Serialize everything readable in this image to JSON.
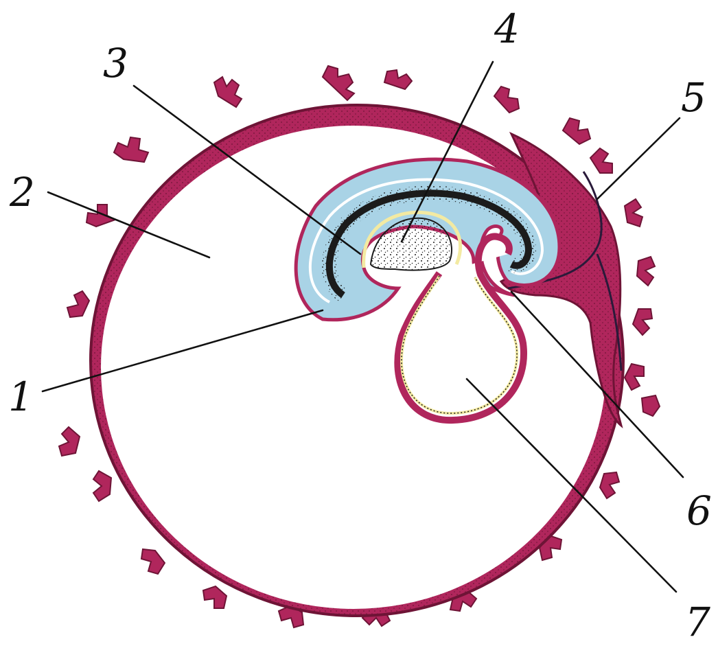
{
  "labels": {
    "l1": "1",
    "l2": "2",
    "l3": "3",
    "l4": "4",
    "l5": "5",
    "l6": "6",
    "l7": "7"
  },
  "colors": {
    "chorion": "#b0265c",
    "chorion_dark": "#6e1436",
    "amnion_blue": "#a9d3e6",
    "ectoderm_dark": "#1b1b1b",
    "endoderm_yellow": "#f3eaa2",
    "background": "#ffffff"
  }
}
